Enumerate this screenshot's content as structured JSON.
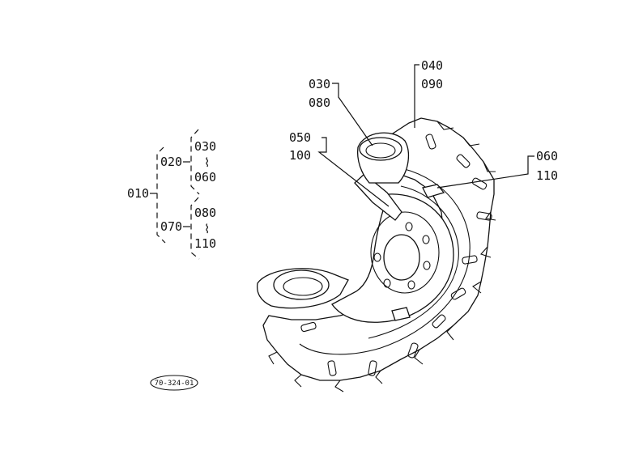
{
  "tree": {
    "root": "010",
    "group_a": "020",
    "group_a_range": [
      "030",
      "060"
    ],
    "group_b": "070",
    "group_b_range": [
      "080",
      "110"
    ],
    "range_sep": "⌇"
  },
  "callouts": [
    {
      "top": "030",
      "bottom": "080"
    },
    {
      "top": "040",
      "bottom": "090"
    },
    {
      "top": "050",
      "bottom": "100"
    },
    {
      "top": "060",
      "bottom": "110"
    }
  ],
  "drawing_id": "70-324-01"
}
